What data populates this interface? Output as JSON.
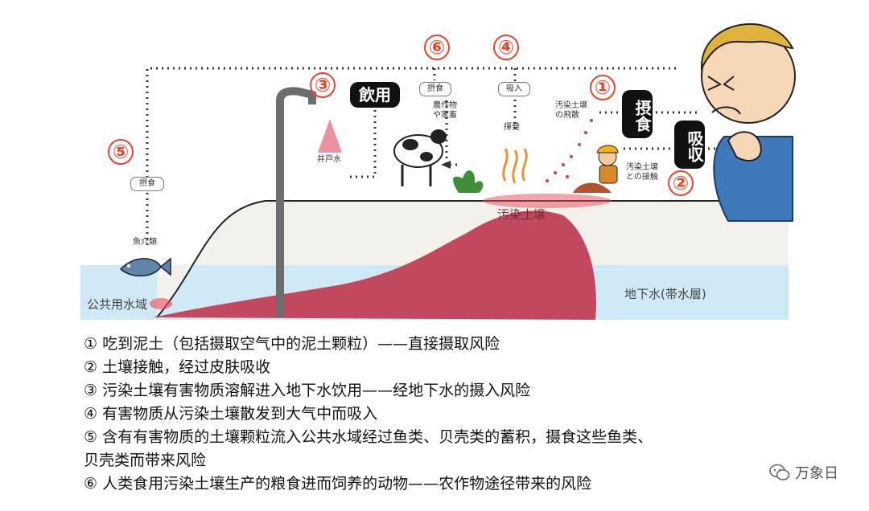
{
  "markers": {
    "m1": "①",
    "m2": "②",
    "m3": "③",
    "m4": "④",
    "m5": "⑤",
    "m6": "⑥"
  },
  "labels": {
    "drinking": "飲用",
    "ingestion_v": "摂食",
    "inhalation_v": "吸収",
    "ingest_pill": "摂食",
    "inhale_pill": "吸入",
    "crop_ingest_pill": "摂食",
    "fish_ingest_pill": "摂食",
    "crops_livestock": "農作物\nや家畜",
    "evaporation": "揮発",
    "soil_scatter": "汚染土壌\nの飛散",
    "soil_contact": "汚染土壌\nとの接触",
    "well_water": "井戸水",
    "fish": "魚介類",
    "contaminated_soil": "汚染土壌",
    "public_water": "公共用水域",
    "groundwater": "地下水(帯水層)"
  },
  "legend": [
    "① 吃到泥土（包括摄取空气中的泥土颗粒）——直接摄取风险",
    "② 土壤接触，经过皮肤吸收",
    "③ 污染土壤有害物质溶解进入地下水饮用——经地下水的摄入风险",
    "④ 有害物质从污染土壤散发到大气中而吸入",
    "⑤ 含有有害物质的土壤颗粒流入公共水域经过鱼类、贝壳类的蓄积，摄食这些鱼类、",
    "贝壳类而带来风险",
    "⑥ 人类食用污染土壤生产的粮食进而饲养的动物——农作物途径带来的风险"
  ],
  "watermark": "万象日",
  "colors": {
    "marker": "#e8452a",
    "soil": "#c2485f",
    "water": "#cfe9f6",
    "ground": "#f4f1ec"
  }
}
